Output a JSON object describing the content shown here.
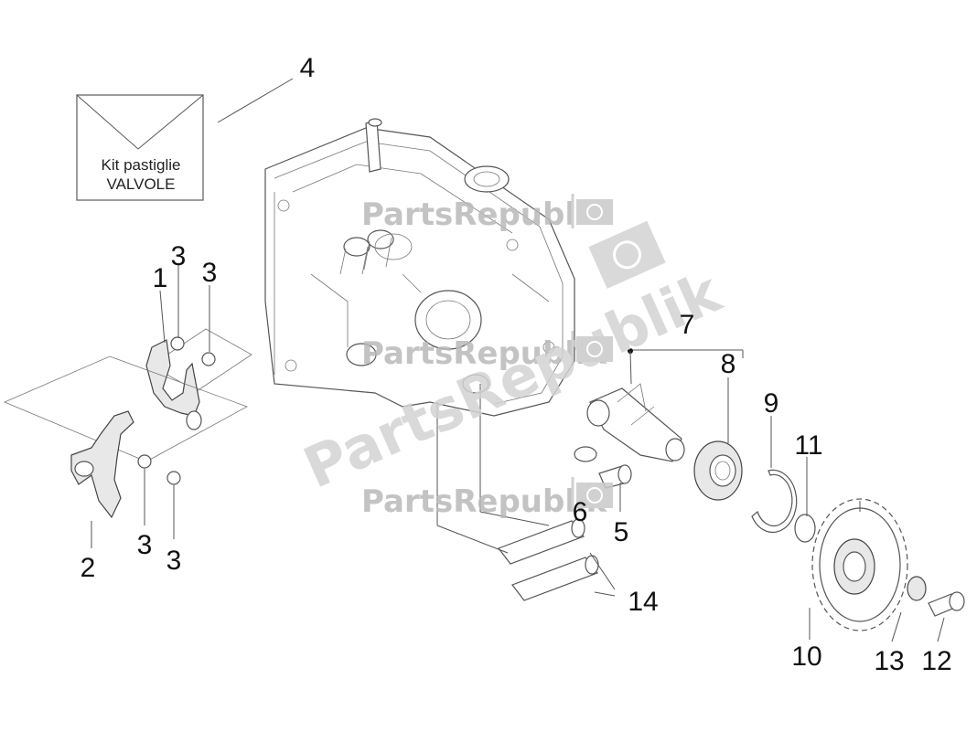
{
  "kit_label": {
    "line1": "Kit pastiglie",
    "line2": "VALVOLE"
  },
  "callouts": {
    "c1": "1",
    "c2": "2",
    "c3a": "3",
    "c3b": "3",
    "c3c": "3",
    "c3d": "3",
    "c4": "4",
    "c5": "5",
    "c6": "6",
    "c7": "7",
    "c8": "8",
    "c9": "9",
    "c10": "10",
    "c11": "11",
    "c12": "12",
    "c13": "13",
    "c14": "14"
  },
  "watermark": {
    "brand": "PartsRepublik"
  }
}
